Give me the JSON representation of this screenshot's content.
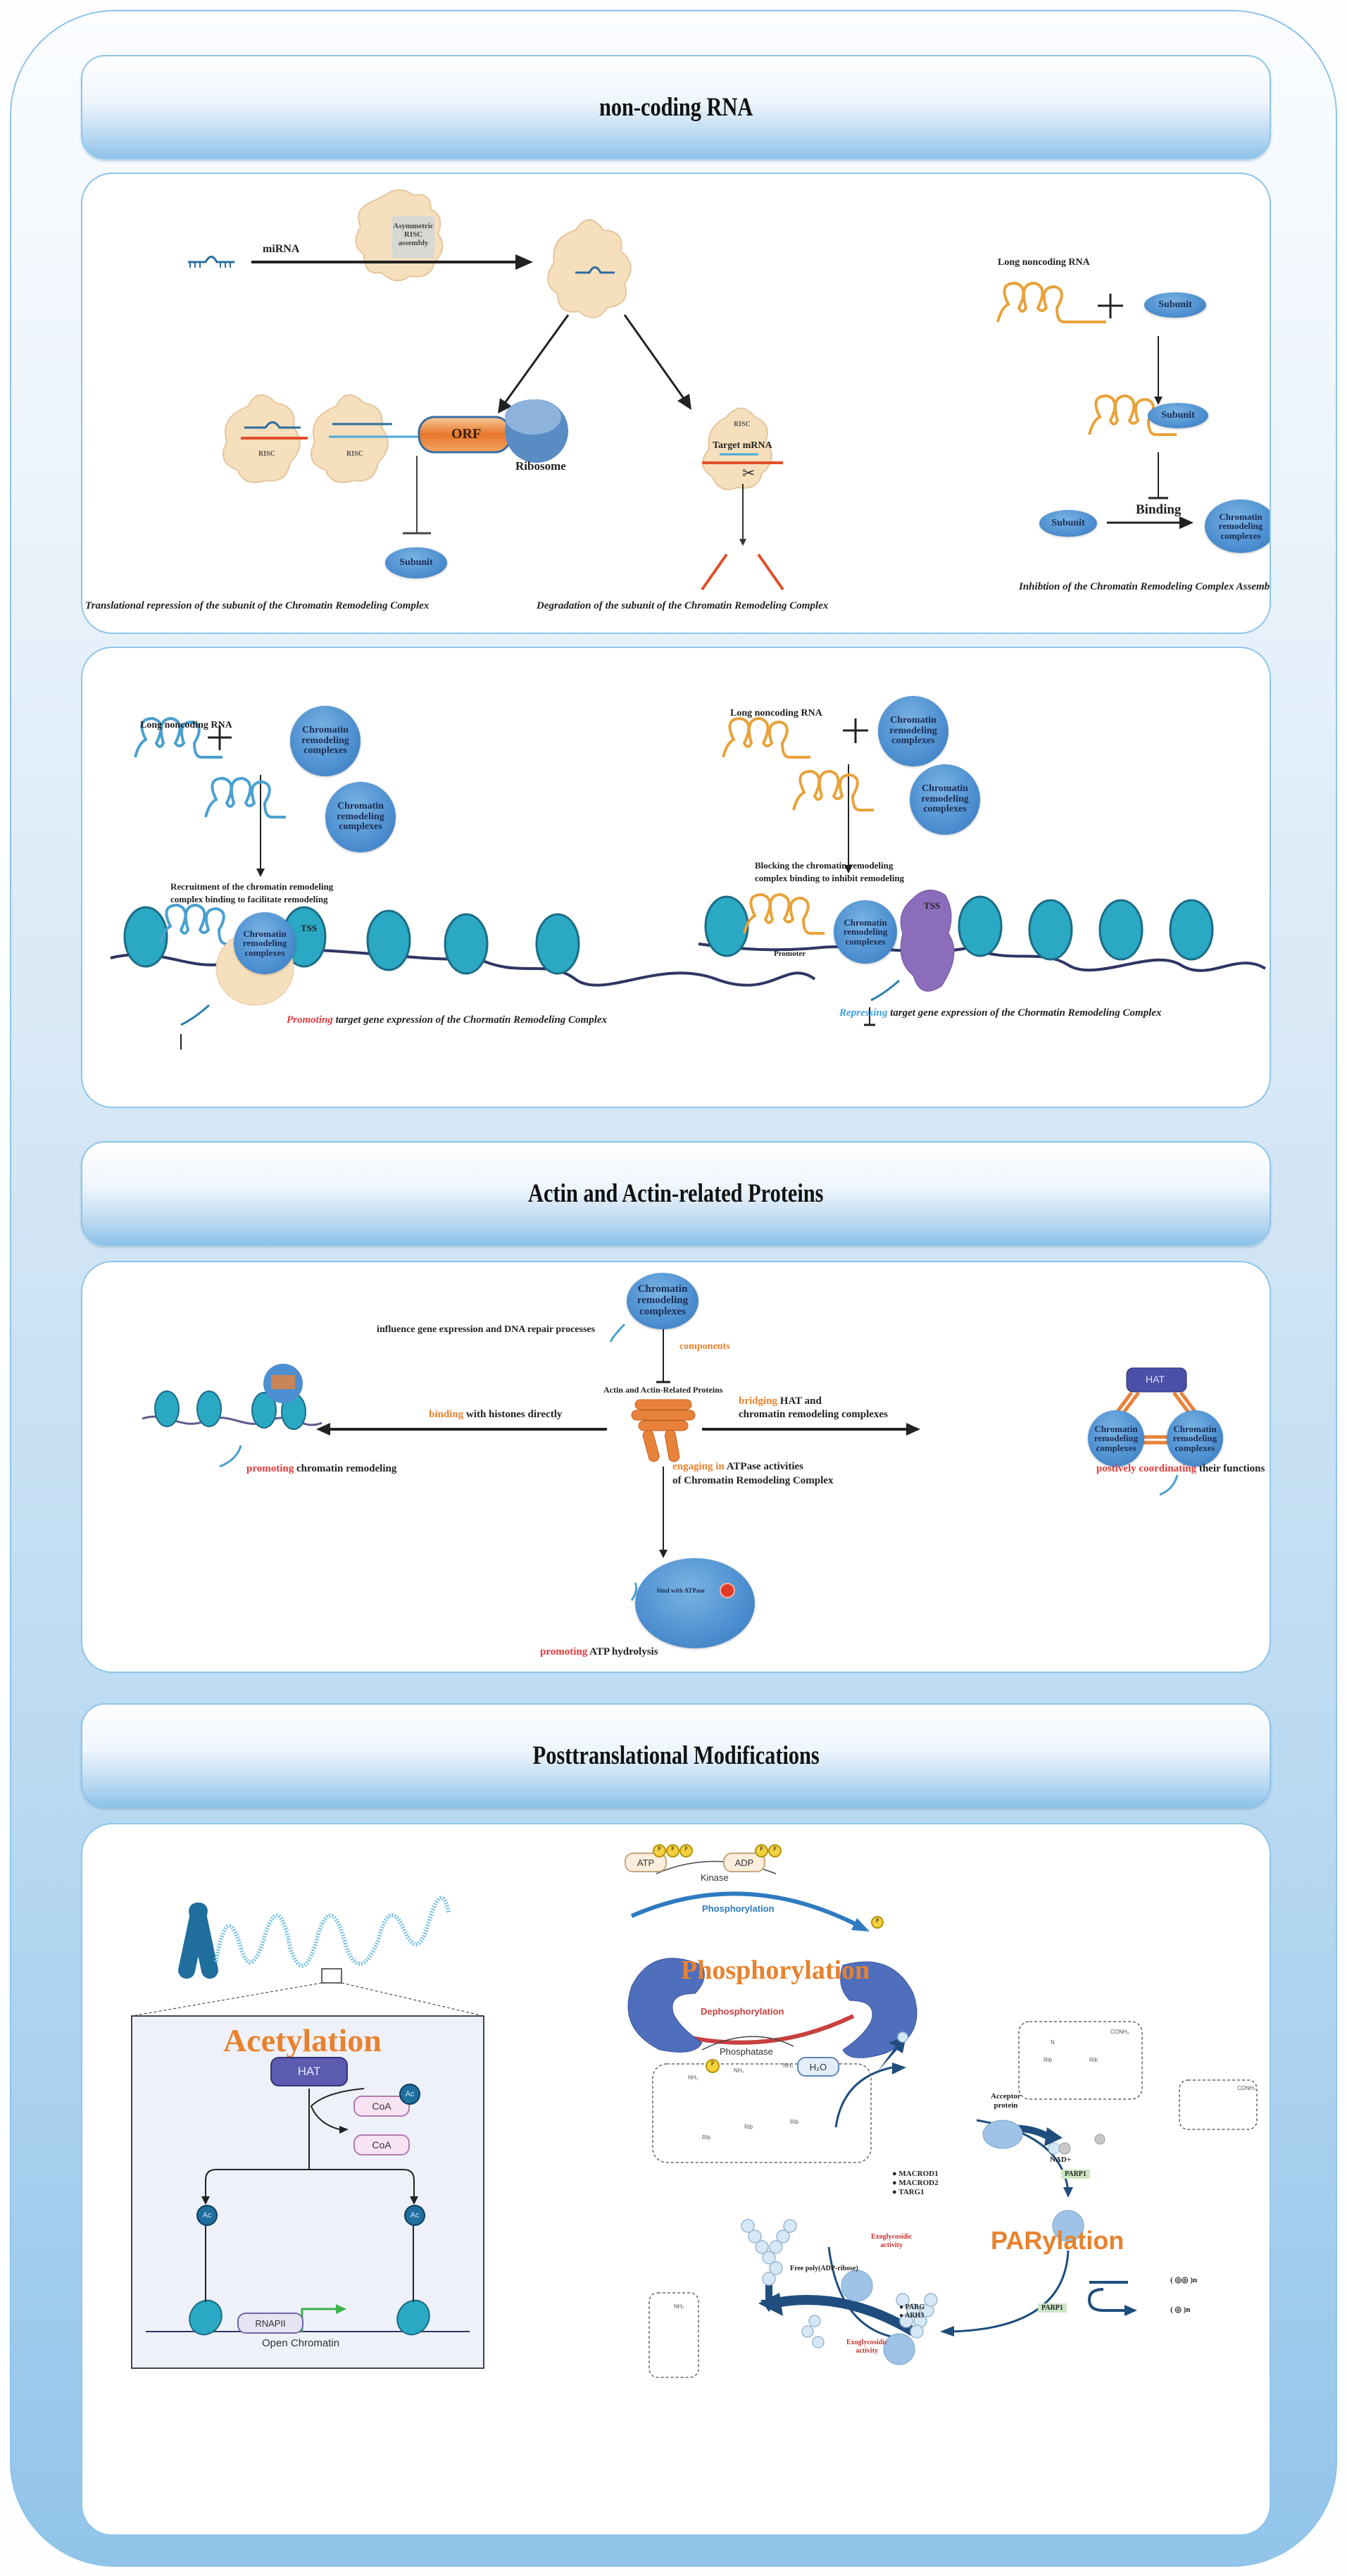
{
  "sections": [
    {
      "title": "non-coding RNA"
    },
    {
      "title": "Actin and Actin-related Proteins"
    },
    {
      "title": "Posttranslational Modifications"
    }
  ],
  "ncrna_panel1": {
    "mirna_label": "miRNA",
    "risc_assembly_label": "Asymmetric RISC assembly",
    "risc_label": "RISC",
    "orf_label": "ORF",
    "ribosome_label": "Ribosome",
    "target_mrna_label": "Target mRNA",
    "subunit_label": "Subunit",
    "caption_translational": "Translational repression of the subunit of the Chromatin Remodeling Complex",
    "caption_degradation": "Degradation of the subunit of the Chromatin Remodeling Complex",
    "lncrna_label": "Long noncoding RNA",
    "binding_label": "Binding",
    "crc_label": "Chromatin remodeling complexes",
    "caption_inhibition": "Inhibtion of the Chromatin Remodeling Complex Assembly"
  },
  "ncrna_panel2": {
    "lncrna_label": "Long noncoding RNA",
    "crc_label": "Chromatin remodeling complexes",
    "recruitment_text_1": "Recruitment of the chromatin remodeling",
    "recruitment_text_2": "complex binding to facilitate remodeling",
    "tss_label": "TSS",
    "promoting_word": "Promoting",
    "promoting_rest": " target gene expression of the Chormatin Remodeling Complex",
    "blocking_text_1": "Blocking the chromatin remodeling",
    "blocking_text_2": "complex binding to inhibit remodeling",
    "promoter_label": "Promoter",
    "repressing_word": "Repressing",
    "repressing_rest": " target gene expression of the Chormatin Remodeling Complex"
  },
  "actin_panel": {
    "crc_label": "Chromatin remodeling complexes",
    "influence_text": "influence gene expression and DNA repair processes",
    "components_label": "components",
    "center_label": "Actin and Actin-Related Proteins",
    "binding_word": "binding",
    "binding_rest": " with histones directly",
    "promoting_word_1": "promoting",
    "promoting_rest_1": " chromatin remodeling",
    "bridging_word": "bridging",
    "bridging_rest_1": " HAT and",
    "bridging_rest_2": "chromatin remodeling complexes",
    "hat_label": "HAT",
    "coordinating_word": "postively coordinating",
    "coordinating_rest": " their functions",
    "engaging_word": "engaging in",
    "engaging_rest_1": " ATPase activities",
    "engaging_rest_2": "of Chromatin Remodeling Complex",
    "bind_atpase_label": "bind with ATPase",
    "promoting_word_2": "promoting",
    "promoting_rest_2": " ATP hydrolysis"
  },
  "ptm_panel": {
    "acetylation": {
      "title": "Acetylation",
      "hat_label": "HAT",
      "coa_label": "CoA",
      "ac_label": "Ac",
      "rnapii_label": "RNAPII",
      "open_chromatin_label": "Open Chromatin"
    },
    "phosphorylation": {
      "title": "Phosphorylation",
      "atp_label": "ATP",
      "adp_label": "ADP",
      "p_label": "P",
      "kinase_label": "Kinase",
      "forward_label": "Phosphorylation",
      "reverse_label": "Dephosphorylation",
      "phosphatase_label": "Phosphatase",
      "h2o_label": "H₂O"
    },
    "parylation": {
      "title": "PARylation",
      "acceptor_label_1": "Acceptor",
      "acceptor_label_2": "protein",
      "nad_label": "NAD+",
      "parp1_label": "PARP1",
      "macrod_list": [
        "MACROD1",
        "MACROD2",
        "TARG1"
      ],
      "parg_list": [
        "PARG",
        "ARH3"
      ],
      "exo_label_1": "Exoglycosidic",
      "exo_label_2": "activity",
      "free_par_label": "Free poly(ADP-ribose)",
      "n_label_1": "( ◎◎ )n",
      "n_label_2": "( ◎ )n",
      "conh2": "CONH₂",
      "nh2": "NH₂",
      "rib": "Rib",
      "n_atom": "N"
    }
  },
  "colors": {
    "accent_orange": "#e8822e",
    "accent_red": "#e23a3a",
    "accent_blue": "#3aa0e0",
    "complex_blue": "#4d8fd0",
    "frame_blue": "#8ec3e8"
  }
}
